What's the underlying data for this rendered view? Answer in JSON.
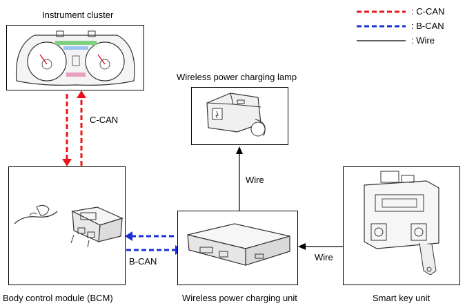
{
  "legend": {
    "c_can": ": C-CAN",
    "b_can": ": B-CAN",
    "wire": ": Wire"
  },
  "components": {
    "instrument_cluster": "Instrument cluster",
    "charging_lamp": "Wireless power charging lamp",
    "bcm": "Body control module (BCM)",
    "charging_unit": "Wireless power charging unit",
    "smart_key": "Smart key unit"
  },
  "connections": {
    "c_can": "C-CAN",
    "b_can": "B-CAN",
    "wire_lamp": "Wire",
    "wire_smartkey": "Wire"
  },
  "colors": {
    "c_can": "#e8141a",
    "b_can": "#1a2fd6",
    "wire": "#000000"
  }
}
